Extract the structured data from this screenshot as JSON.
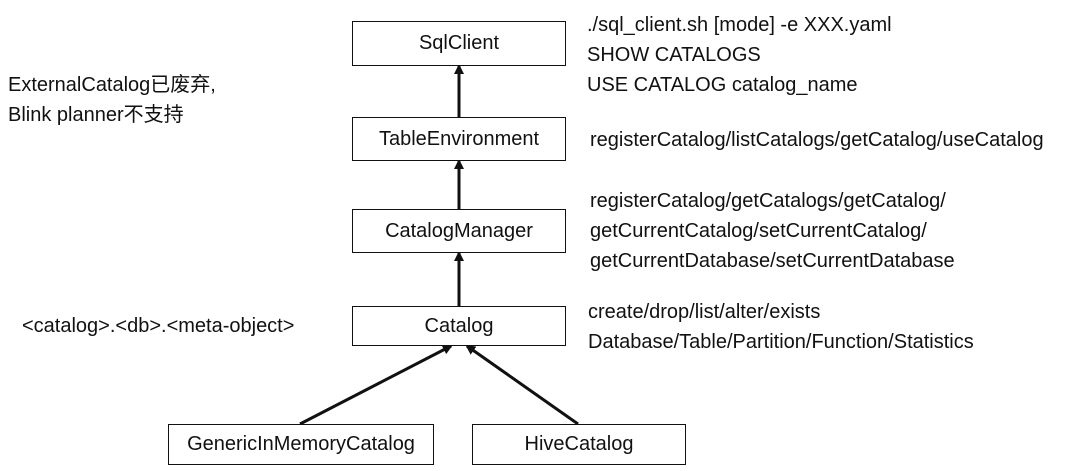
{
  "boxes": {
    "sqlclient": "SqlClient",
    "table_environment": "TableEnvironment",
    "catalog_manager": "CatalogManager",
    "catalog": "Catalog",
    "generic_in_memory_catalog": "GenericInMemoryCatalog",
    "hive_catalog": "HiveCatalog"
  },
  "notes": {
    "sqlclient": [
      "./sql_client.sh [mode] -e XXX.yaml",
      "SHOW CATALOGS",
      "USE CATALOG catalog_name"
    ],
    "external_catalog": [
      "ExternalCatalog已废弃,",
      "Blink planner不支持"
    ],
    "table_environment": [
      "registerCatalog/listCatalogs/getCatalog/useCatalog"
    ],
    "catalog_manager": [
      "registerCatalog/getCatalogs/getCatalog/",
      "getCurrentCatalog/setCurrentCatalog/",
      "getCurrentDatabase/setCurrentDatabase"
    ],
    "catalog_path": "<catalog>.<db>.<meta-object>",
    "catalog": [
      "create/drop/list/alter/exists",
      "Database/Table/Partition/Function/Statistics"
    ]
  }
}
